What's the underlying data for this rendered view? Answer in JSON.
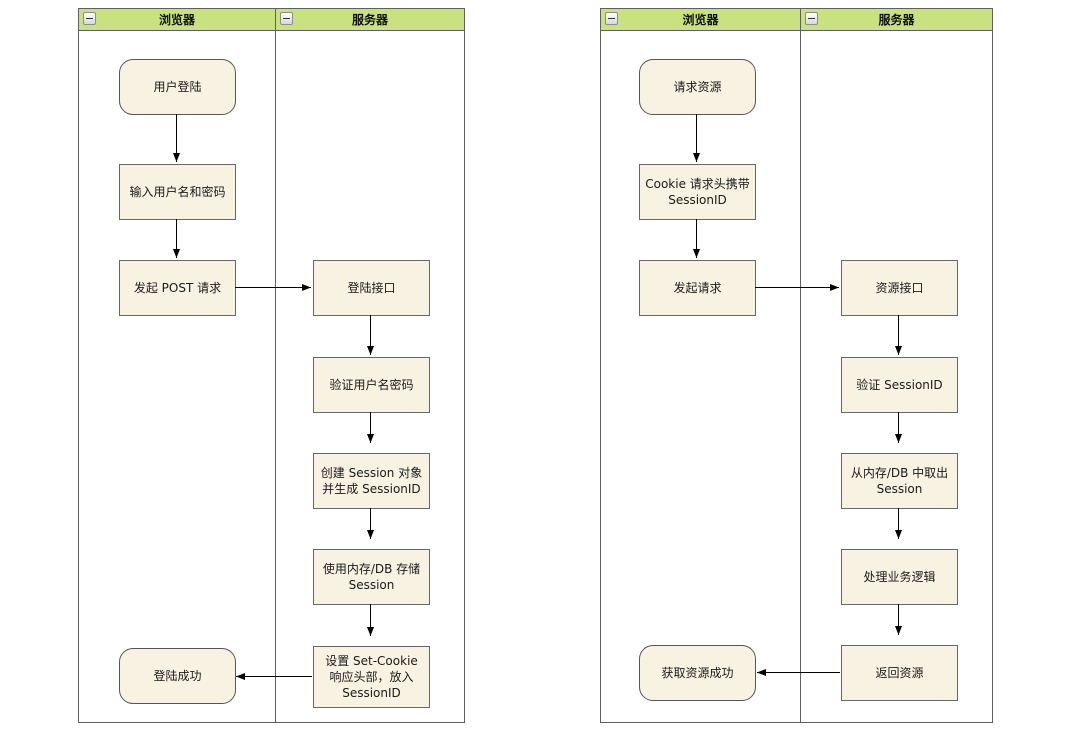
{
  "colors": {
    "lane_header": "#c9e17e",
    "node_fill": "#f7f2e2",
    "node_border": "#666666",
    "pool_border": "#5f5f5f",
    "arrow": "#000000"
  },
  "diagrams": [
    {
      "name": "session-login-flow",
      "lanes": [
        {
          "title": "浏览器",
          "collapse_icon": "minus"
        },
        {
          "title": "服务器",
          "collapse_icon": "minus"
        }
      ],
      "nodes": {
        "user_login": {
          "label": "用户登陆",
          "shape": "rounded",
          "lane": "浏览器"
        },
        "input_credentials": {
          "label": "输入用户名和密码",
          "shape": "rect",
          "lane": "浏览器"
        },
        "post_request": {
          "label": "发起 POST 请求",
          "shape": "rect",
          "lane": "浏览器"
        },
        "login_api": {
          "label": "登陆接口",
          "shape": "rect",
          "lane": "服务器"
        },
        "verify_credentials": {
          "label": "验证用户名密码",
          "shape": "rect",
          "lane": "服务器"
        },
        "create_session": {
          "label": "创建 Session 对象并生成 SessionID",
          "shape": "rect",
          "lane": "服务器"
        },
        "store_session": {
          "label": "使用内存/DB 存储 Session",
          "shape": "rect",
          "lane": "服务器"
        },
        "set_cookie": {
          "label": "设置 Set-Cookie 响应头部，放入 SessionID",
          "shape": "rect",
          "lane": "服务器"
        },
        "login_success": {
          "label": "登陆成功",
          "shape": "rounded",
          "lane": "浏览器"
        }
      },
      "edges": [
        {
          "from": "user_login",
          "to": "input_credentials"
        },
        {
          "from": "input_credentials",
          "to": "post_request"
        },
        {
          "from": "post_request",
          "to": "login_api"
        },
        {
          "from": "login_api",
          "to": "verify_credentials"
        },
        {
          "from": "verify_credentials",
          "to": "create_session"
        },
        {
          "from": "create_session",
          "to": "store_session"
        },
        {
          "from": "store_session",
          "to": "set_cookie"
        },
        {
          "from": "set_cookie",
          "to": "login_success"
        }
      ]
    },
    {
      "name": "session-resource-request-flow",
      "lanes": [
        {
          "title": "浏览器",
          "collapse_icon": "minus"
        },
        {
          "title": "服务器",
          "collapse_icon": "minus"
        }
      ],
      "nodes": {
        "request_resource": {
          "label": "请求资源",
          "shape": "rounded",
          "lane": "浏览器"
        },
        "cookie_header": {
          "label": "Cookie 请求头携带 SessionID",
          "shape": "rect",
          "lane": "浏览器"
        },
        "send_request": {
          "label": "发起请求",
          "shape": "rect",
          "lane": "浏览器"
        },
        "resource_api": {
          "label": "资源接口",
          "shape": "rect",
          "lane": "服务器"
        },
        "verify_session": {
          "label": "验证 SessionID",
          "shape": "rect",
          "lane": "服务器"
        },
        "load_session": {
          "label": "从内存/DB 中取出 Session",
          "shape": "rect",
          "lane": "服务器"
        },
        "business_logic": {
          "label": "处理业务逻辑",
          "shape": "rect",
          "lane": "服务器"
        },
        "return_resource": {
          "label": "返回资源",
          "shape": "rect",
          "lane": "服务器"
        },
        "get_resource_success": {
          "label": "获取资源成功",
          "shape": "rounded",
          "lane": "浏览器"
        }
      },
      "edges": [
        {
          "from": "request_resource",
          "to": "cookie_header"
        },
        {
          "from": "cookie_header",
          "to": "send_request"
        },
        {
          "from": "send_request",
          "to": "resource_api"
        },
        {
          "from": "resource_api",
          "to": "verify_session"
        },
        {
          "from": "verify_session",
          "to": "load_session"
        },
        {
          "from": "load_session",
          "to": "business_logic"
        },
        {
          "from": "business_logic",
          "to": "return_resource"
        },
        {
          "from": "return_resource",
          "to": "get_resource_success"
        }
      ]
    }
  ]
}
